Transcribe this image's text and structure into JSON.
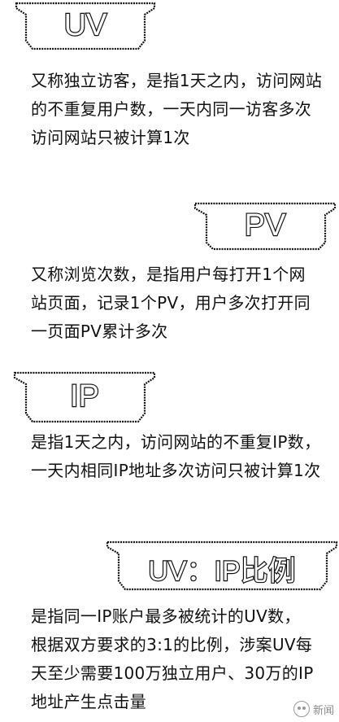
{
  "sections": [
    {
      "title": "UV",
      "lines": [
        "又称独立访客，是指1天之内，访问网站",
        "的不重复用户数，一天内同一访客多次",
        "访问网站只被计算1次"
      ]
    },
    {
      "title": "PV",
      "lines": [
        "又称浏览次数，是指用户每打开1个网",
        "站页面，记录1个PV，用户多次打开同",
        "一页面PV累计多次"
      ]
    },
    {
      "title": "IP",
      "lines": [
        "是指1天之内，访问网站的不重复IP数，",
        "一天内相同IP地址多次访问只被计算1次"
      ]
    },
    {
      "title": "UV：IP比例",
      "lines": [
        "是指同一IP账户最多被统计的UV数，",
        "根据双方要求的3:1的比例，涉案UV每",
        "天至少需要100万独立用户、30万的IP",
        "地址产生点击量"
      ]
    }
  ],
  "watermark": {
    "text": "新闻",
    "icon": "wechat-icon"
  }
}
